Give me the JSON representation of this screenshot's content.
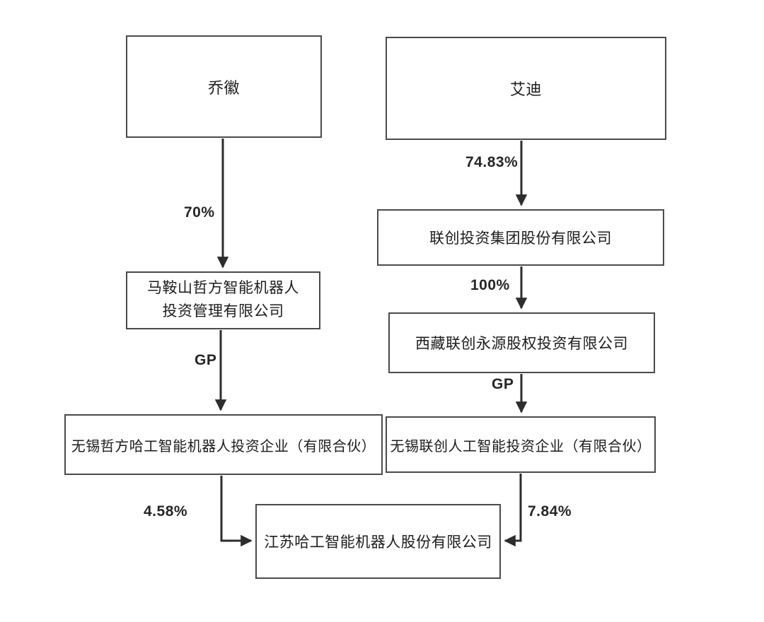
{
  "diagram": {
    "title": "equity-ownership-structure",
    "nodes": {
      "qiaohui": {
        "label": "乔徽"
      },
      "aidi": {
        "label": "艾迪"
      },
      "maanshan": {
        "label": "马鞍山哲方智能机器人投资管理有限公司"
      },
      "lianchuang_group": {
        "label": "联创投资集团股份有限公司"
      },
      "xizang": {
        "label": "西藏联创永源股权投资有限公司"
      },
      "wuxi_zhefang": {
        "label": "无锡哲方哈工智能机器人投资企业（有限合伙）"
      },
      "wuxi_lianchuang": {
        "label": "无锡联创人工智能投资企业（有限合伙）"
      },
      "jiangsu_hagong": {
        "label": "江苏哈工智能机器人股份有限公司"
      }
    },
    "edges": [
      {
        "from": "qiaohui",
        "to": "maanshan",
        "label": "70%"
      },
      {
        "from": "maanshan",
        "to": "wuxi_zhefang",
        "label": "GP"
      },
      {
        "from": "wuxi_zhefang",
        "to": "jiangsu_hagong",
        "label": "4.58%"
      },
      {
        "from": "aidi",
        "to": "lianchuang_group",
        "label": "74.83%"
      },
      {
        "from": "lianchuang_group",
        "to": "xizang",
        "label": "100%"
      },
      {
        "from": "xizang",
        "to": "wuxi_lianchuang",
        "label": "GP"
      },
      {
        "from": "wuxi_lianchuang",
        "to": "jiangsu_hagong",
        "label": "7.84%"
      }
    ],
    "colors": {
      "line": "#2d2d2d",
      "box_border": "#4a4a4a",
      "text": "#1c1c1c",
      "background": "#ffffff"
    }
  }
}
